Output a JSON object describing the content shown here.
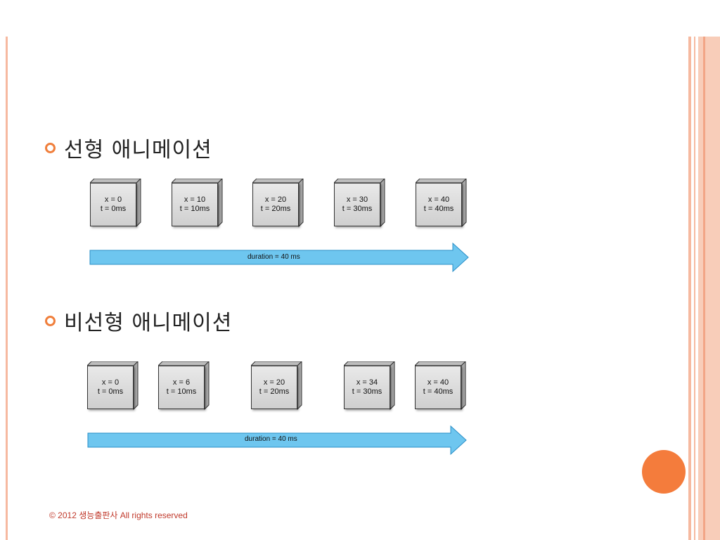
{
  "sections": [
    {
      "heading": "선형 애니메이션",
      "boxes": [
        {
          "x": "x = 0",
          "t": "t = 0ms"
        },
        {
          "x": "x = 10",
          "t": "t = 10ms"
        },
        {
          "x": "x = 20",
          "t": "t = 20ms"
        },
        {
          "x": "x = 30",
          "t": "t = 30ms"
        },
        {
          "x": "x = 40",
          "t": "t = 40ms"
        }
      ],
      "arrow_label": "duration = 40 ms"
    },
    {
      "heading": "비선형 애니메이션",
      "boxes": [
        {
          "x": "x = 0",
          "t": "t = 0ms"
        },
        {
          "x": "x = 6",
          "t": "t = 10ms"
        },
        {
          "x": "x = 20",
          "t": "t = 20ms"
        },
        {
          "x": "x = 34",
          "t": "t = 30ms"
        },
        {
          "x": "x = 40",
          "t": "t = 40ms"
        }
      ],
      "arrow_label": "duration = 40 ms"
    }
  ],
  "footer": "© 2012 생능출판사  All rights reserved",
  "colors": {
    "accent": "#f07f3c",
    "stripe": "#f6b9a0",
    "arrow_fill": "#6ec6ef",
    "arrow_stroke": "#2a8fc7"
  }
}
